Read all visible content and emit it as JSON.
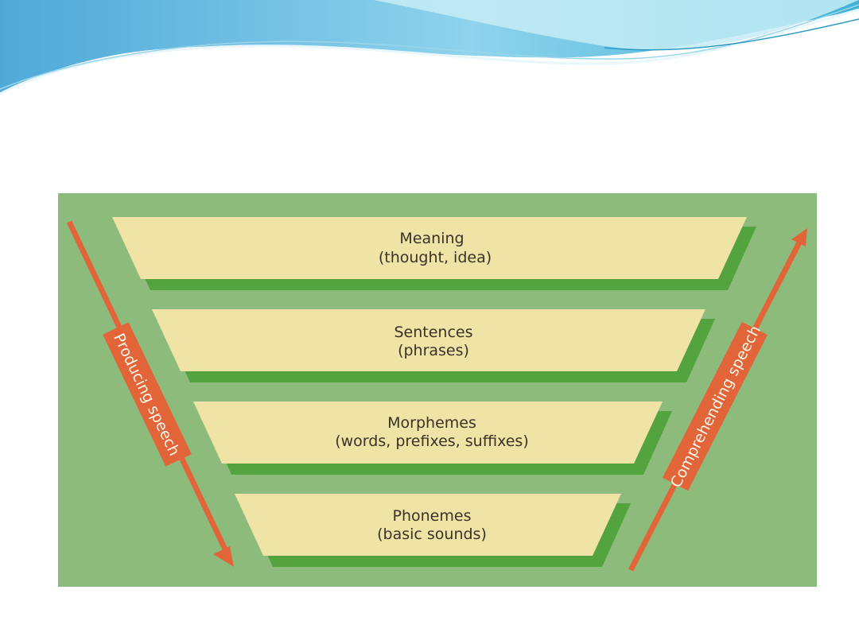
{
  "levels": [
    {
      "title": "Meaning",
      "subtitle": "(thought, idea)"
    },
    {
      "title": "Sentences",
      "subtitle": "(phrases)"
    },
    {
      "title": "Morphemes",
      "subtitle": "(words, prefixes, suffixes)"
    },
    {
      "title": "Phonemes",
      "subtitle": "(basic sounds)"
    }
  ],
  "left_arrow_label": "Producing speech",
  "right_arrow_label": "Comprehending speech",
  "colors": {
    "background_green": "#8dbb7c",
    "level_fill": "#efe3a6",
    "level_shadow": "#53a33f",
    "arrow_orange": "#e2653a",
    "banner_blue": "#5ab8df",
    "banner_light": "#c6ecf6"
  }
}
